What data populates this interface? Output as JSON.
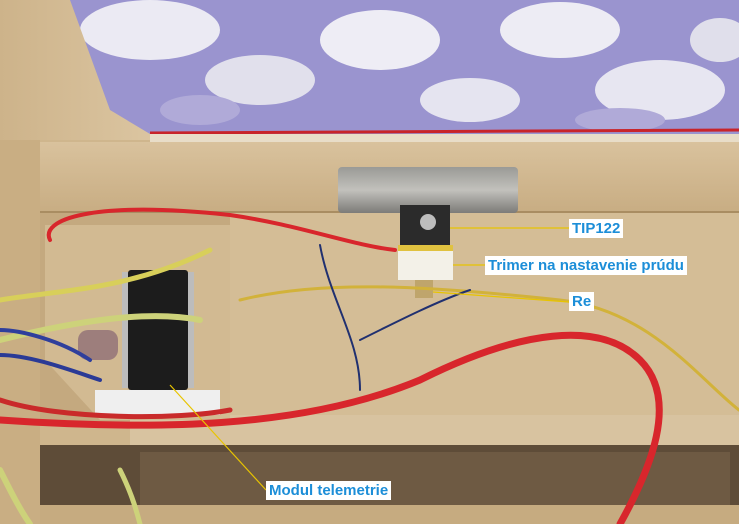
{
  "annotations": {
    "tip122": "TIP122",
    "trimmer": "Trimer na nastavenie prúdu",
    "relay": "Re",
    "telemetry_module": "Modul telemetrie"
  },
  "colors": {
    "label_text": "#1c8ed8",
    "label_background": "#ffffff",
    "pointer_line": "#e8c400",
    "fabric_blue": "#7f77c4",
    "wood": "#d7bf98",
    "red_wire": "#d8262c"
  }
}
